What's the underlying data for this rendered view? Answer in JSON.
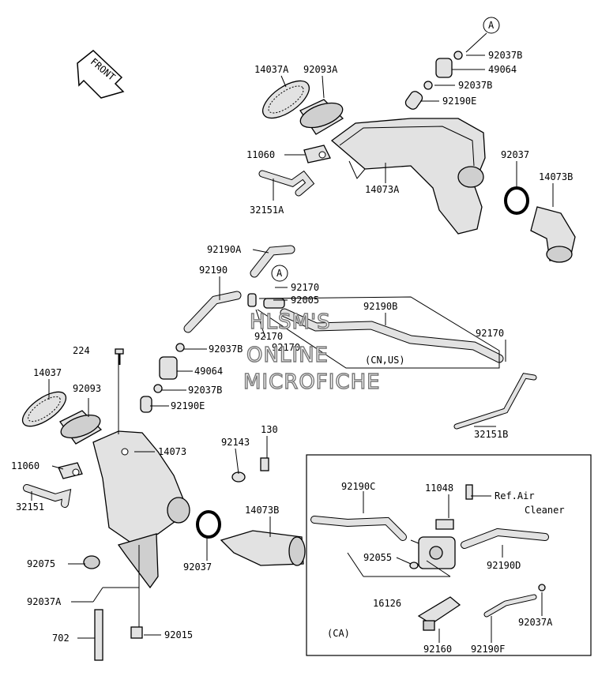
{
  "front_label": "FRONT",
  "ref_a": "A",
  "watermark": [
    "HLSM'S",
    "ONLINE",
    "MICROFICHE"
  ],
  "labels": {
    "l14037A": "14037A",
    "l92093A": "92093A",
    "l92037B_1": "92037B",
    "l49064_1": "49064",
    "l92037B_2": "92037B",
    "l92190E_1": "92190E",
    "l11060_1": "11060",
    "l92037_1": "92037",
    "l14073B_1": "14073B",
    "l14073A": "14073A",
    "l32151A": "32151A",
    "l92190A": "92190A",
    "l92190": "92190",
    "l92170_1": "92170",
    "l92005": "92005",
    "l92190B": "92190B",
    "l92170_2": "92170",
    "l92170_3": "92170",
    "l92170_4": "92170",
    "l92037B_3": "92037B",
    "l224": "224",
    "l14037": "14037",
    "l49064_2": "49064",
    "l92037B_4": "92037B",
    "l92093": "92093",
    "l92190E_2": "92190E",
    "l14073": "14073",
    "l11060_2": "11060",
    "l92143": "92143",
    "l130": "130",
    "l32151": "32151",
    "l14073B_2": "14073B",
    "l92075": "92075",
    "l92037_2": "92037",
    "l92037A_1": "92037A",
    "l702": "702",
    "l92015": "92015",
    "l32151B": "32151B",
    "l92190C": "92190C",
    "l11048": "11048",
    "l_ref1": "Ref.Air",
    "l_ref2": "Cleaner",
    "l92055": "92055",
    "l92190D": "92190D",
    "l16126": "16126",
    "l92037A_2": "92037A",
    "l92160": "92160",
    "l92190F": "92190F"
  },
  "region_cnus": "(CN,US)",
  "region_ca": "(CA)"
}
